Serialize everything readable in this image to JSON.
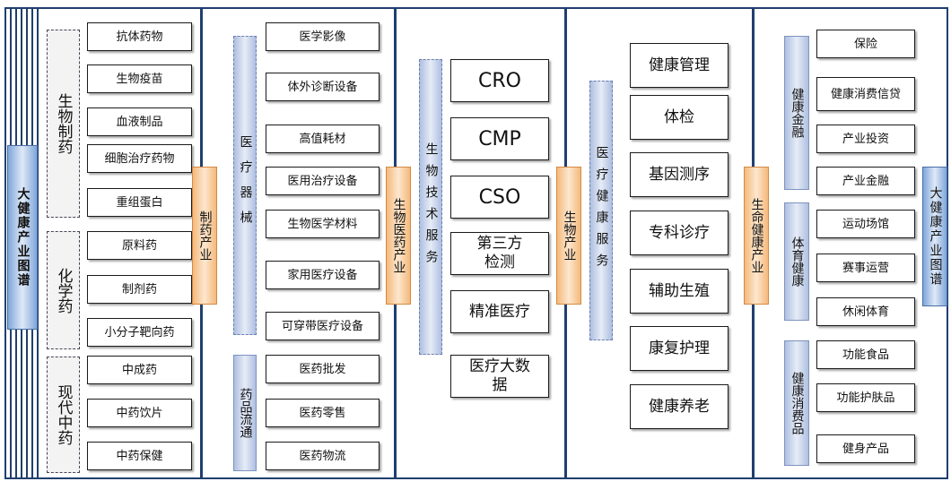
{
  "title_left": "大健康产业图谱",
  "title_right": "大健康产业图谱",
  "sections": [
    {
      "industry": "制药产业",
      "groups": [
        {
          "name": "生物制药",
          "items": [
            "抗体药物",
            "生物疫苗",
            "血液制品",
            "细胞治疗药物",
            "重组蛋白"
          ]
        },
        {
          "name": "化学药",
          "items": [
            "原料药",
            "制剂药",
            "小分子靶向药"
          ]
        },
        {
          "name": "现代中药",
          "items": [
            "中成药",
            "中药饮片",
            "中药保健"
          ]
        }
      ]
    },
    {
      "industry": "生物医药产业",
      "groups": [
        {
          "name": "医疗器械",
          "items": [
            "医学影像",
            "体外诊断设备",
            "高值耗材",
            "医用治疗设备",
            "生物医学材料",
            "家用医疗设备",
            "可穿带医疗设备"
          ]
        },
        {
          "name": "药品流通",
          "items": [
            "医药批发",
            "医药零售",
            "医药物流"
          ]
        }
      ]
    },
    {
      "industry": "生物产业",
      "groups": [
        {
          "name": "生物技术服务",
          "items": [
            "CRO",
            "CMP",
            "CSO",
            "第三方检测",
            "精准医疗",
            "医疗大数据"
          ]
        }
      ]
    },
    {
      "industry": "生命健康产业",
      "groups": [
        {
          "name": "医疗健康服务",
          "items": [
            "健康管理",
            "体检",
            "基因测序",
            "专科诊疗",
            "辅助生殖",
            "康复护理",
            "健康养老"
          ]
        }
      ]
    },
    {
      "industry": "",
      "groups": [
        {
          "name": "健康金融",
          "items": [
            "保险",
            "健康消费信贷",
            "产业投资",
            "产业金融"
          ]
        },
        {
          "name": "体育健康",
          "items": [
            "运动场馆",
            "赛事运营",
            "休闲体育"
          ]
        },
        {
          "name": "健康消费品",
          "items": [
            "功能食品",
            "功能护肤品",
            "健身产品"
          ]
        }
      ]
    }
  ]
}
